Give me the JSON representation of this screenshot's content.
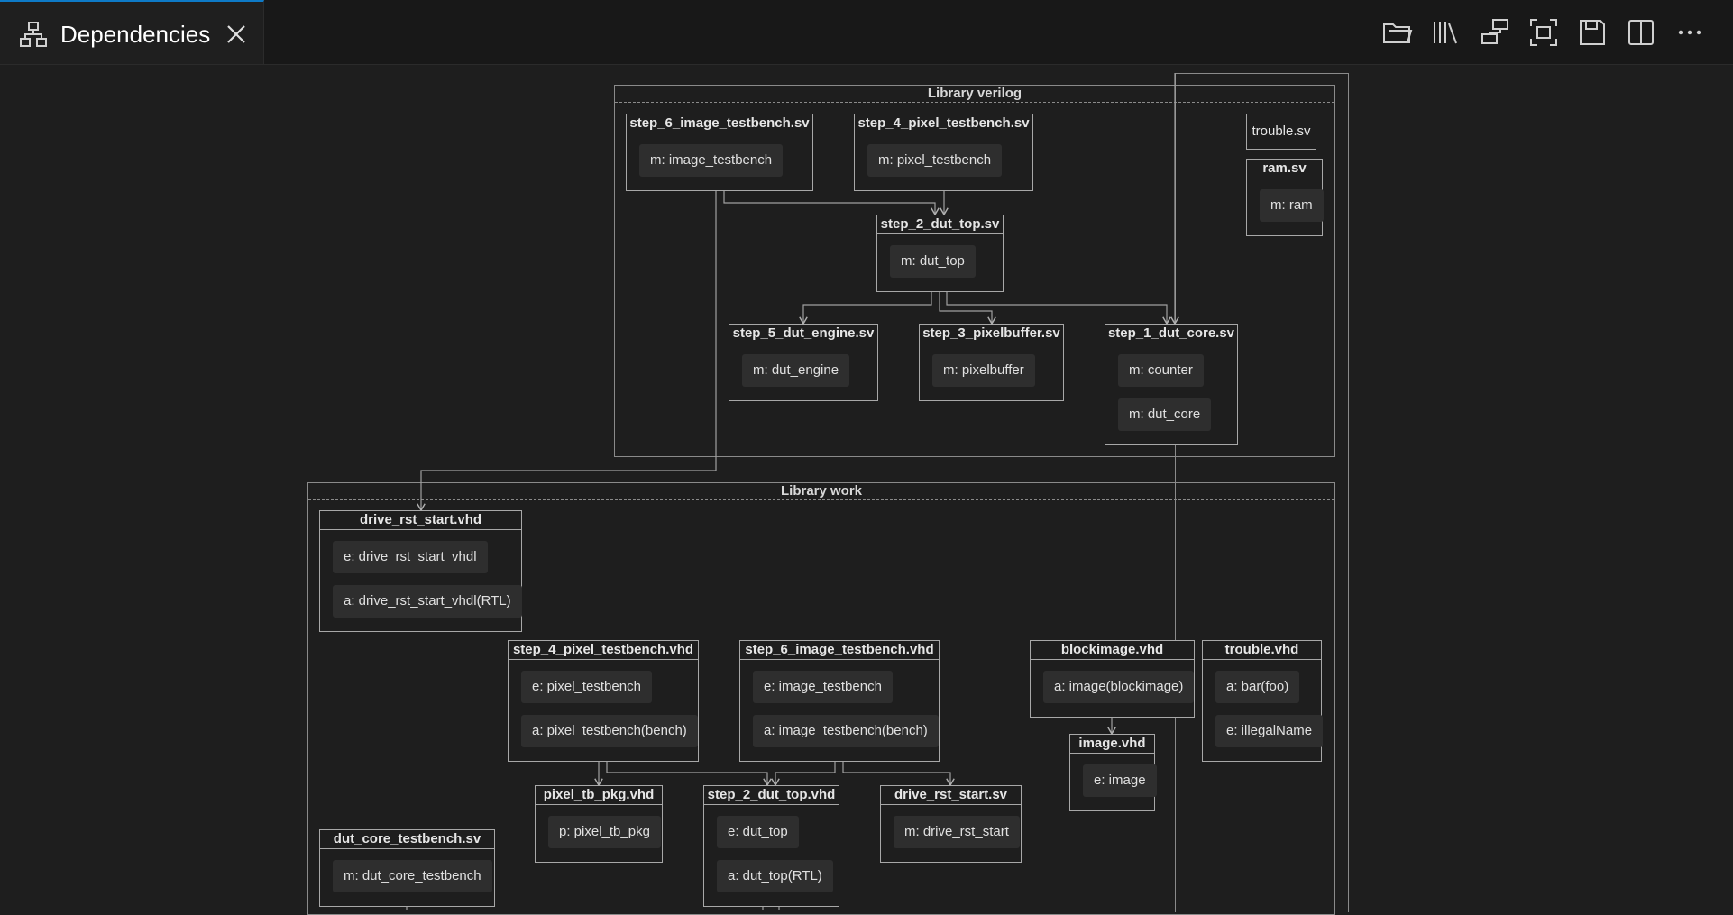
{
  "tab": {
    "title": "Dependencies",
    "icon": "hierarchy-icon",
    "close_icon": "close-icon"
  },
  "toolbar": [
    {
      "name": "open-folder-icon"
    },
    {
      "name": "library-icon"
    },
    {
      "name": "layout-icon"
    },
    {
      "name": "fit-to-screen-icon"
    },
    {
      "name": "save-icon"
    },
    {
      "name": "split-editor-icon"
    },
    {
      "name": "more-icon"
    }
  ],
  "libraries": {
    "verilog": {
      "title": "Library verilog",
      "files": {
        "step_6_image_testbench_sv": {
          "title": "step_6_image_testbench.sv",
          "units": [
            "m: image_testbench"
          ]
        },
        "step_4_pixel_testbench_sv": {
          "title": "step_4_pixel_testbench.sv",
          "units": [
            "m: pixel_testbench"
          ]
        },
        "trouble_sv": {
          "title": "trouble.sv",
          "units": []
        },
        "ram_sv": {
          "title": "ram.sv",
          "units": [
            "m: ram"
          ]
        },
        "step_2_dut_top_sv": {
          "title": "step_2_dut_top.sv",
          "units": [
            "m: dut_top"
          ]
        },
        "step_5_dut_engine_sv": {
          "title": "step_5_dut_engine.sv",
          "units": [
            "m: dut_engine"
          ]
        },
        "step_3_pixelbuffer_sv": {
          "title": "step_3_pixelbuffer.sv",
          "units": [
            "m: pixelbuffer"
          ]
        },
        "step_1_dut_core_sv": {
          "title": "step_1_dut_core.sv",
          "units": [
            "m: counter",
            "m: dut_core"
          ]
        }
      }
    },
    "work": {
      "title": "Library work",
      "files": {
        "drive_rst_start_vhd": {
          "title": "drive_rst_start.vhd",
          "units": [
            "e: drive_rst_start_vhdl",
            "a: drive_rst_start_vhdl(RTL)"
          ]
        },
        "step_4_pixel_testbench_vhd": {
          "title": "step_4_pixel_testbench.vhd",
          "units": [
            "e: pixel_testbench",
            "a: pixel_testbench(bench)"
          ]
        },
        "step_6_image_testbench_vhd": {
          "title": "step_6_image_testbench.vhd",
          "units": [
            "e: image_testbench",
            "a: image_testbench(bench)"
          ]
        },
        "blockimage_vhd": {
          "title": "blockimage.vhd",
          "units": [
            "a: image(blockimage)"
          ]
        },
        "trouble_vhd": {
          "title": "trouble.vhd",
          "units": [
            "a: bar(foo)",
            "e: illegalName"
          ]
        },
        "image_vhd": {
          "title": "image.vhd",
          "units": [
            "e: image"
          ]
        },
        "pixel_tb_pkg_vhd": {
          "title": "pixel_tb_pkg.vhd",
          "units": [
            "p: pixel_tb_pkg"
          ]
        },
        "step_2_dut_top_vhd": {
          "title": "step_2_dut_top.vhd",
          "units": [
            "e: dut_top",
            "a: dut_top(RTL)"
          ]
        },
        "drive_rst_start_sv": {
          "title": "drive_rst_start.sv",
          "units": [
            "m: drive_rst_start"
          ]
        },
        "dut_core_testbench_sv": {
          "title": "dut_core_testbench.sv",
          "units": [
            "m: dut_core_testbench"
          ]
        }
      }
    }
  },
  "colors": {
    "background": "#1e1e1e",
    "tab_accent": "#0e7ac7",
    "unit_bg": "#2e2e2e",
    "edge": "#a0a0a0"
  }
}
